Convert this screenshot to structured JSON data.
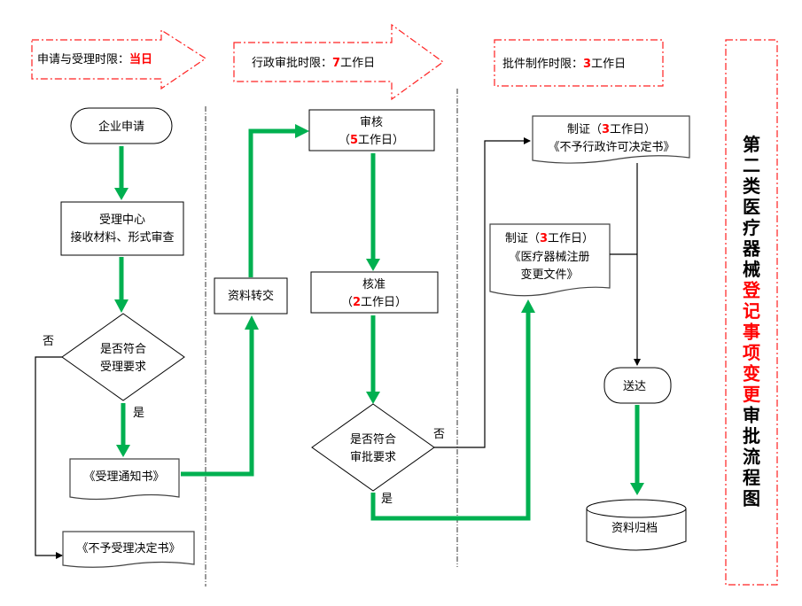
{
  "banners": {
    "accept": {
      "label": "申请与受理时限：",
      "value": "当日"
    },
    "admin": {
      "label": "行政审批时限：",
      "value": "7",
      "suffix": "工作日"
    },
    "issue": {
      "label": "批件制作时限：",
      "value": "3",
      "suffix": "工作日"
    }
  },
  "title": {
    "black1": [
      "第",
      "二",
      "类",
      "医",
      "疗",
      "器",
      "械"
    ],
    "red": [
      "登",
      "记",
      "事",
      "项",
      "变",
      "更"
    ],
    "black2": [
      "审",
      "批",
      "流",
      "程",
      "图"
    ]
  },
  "nodes": {
    "apply": "企业申请",
    "center_line1": "受理中心",
    "center_line2": "接收材料、形式审查",
    "check1_line1": "是否符合",
    "check1_line2": "受理要求",
    "notice": "《受理通知书》",
    "reject": "《不予受理决定书》",
    "transfer": "资料转交",
    "review_line1": "审核",
    "review_open": "（",
    "review_days": "5",
    "review_close": "工作日）",
    "approve_line1": "核准",
    "approve_open": "（",
    "approve_days": "2",
    "approve_close": "工作日）",
    "check2_line1": "是否符合",
    "check2_line2": "审批要求",
    "deny_cert_prefix": "制证（",
    "deny_cert_days": "3",
    "deny_cert_suffix": "工作日）",
    "deny_cert_doc": "《不予行政许可决定书》",
    "change_cert_prefix": "制证（",
    "change_cert_days": "3",
    "change_cert_suffix": "工作日）",
    "change_cert_doc1": "《医疗器械注册",
    "change_cert_doc2": "变更文件》",
    "deliver": "送达",
    "archive": "资料归档"
  },
  "edge_labels": {
    "no1": "否",
    "yes1": "是",
    "no2": "否",
    "yes2": "是"
  },
  "colors": {
    "flow_green": "#00b050",
    "highlight_red": "#ff0000",
    "banner_border": "#ff2020"
  }
}
